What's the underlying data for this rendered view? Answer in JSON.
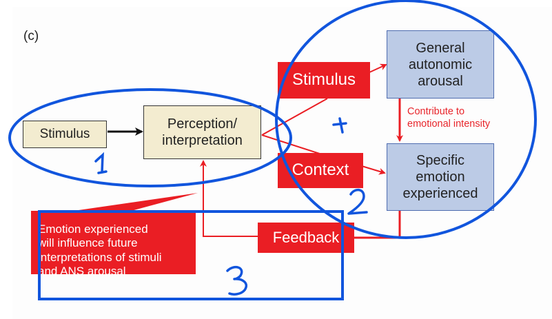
{
  "figure_label": "(c)",
  "nodes": {
    "stimulus": "Stimulus",
    "perception_line1": "Perception/",
    "perception_line2": "interpretation",
    "arousal_line1": "General",
    "arousal_line2": "autonomic",
    "arousal_line3": "arousal",
    "emotion_line1": "Specific",
    "emotion_line2": "emotion",
    "emotion_line3": "experienced"
  },
  "red_labels": {
    "stimulus": "Stimulus",
    "context": "Context",
    "feedback": "Feedback"
  },
  "annotations": {
    "contribute_line1": "Contribute to",
    "contribute_line2": "emotional intensity",
    "callout_line1": "Emotion experienced",
    "callout_line2": "will influence future",
    "callout_line3": "interpretations of stimuli",
    "callout_line4": "and ANS arousal"
  },
  "handwritten": {
    "group1": "1",
    "group2": "2",
    "group3": "3",
    "plus": "+"
  },
  "colors": {
    "red": "#ea1e24",
    "ink_blue": "#1155dd",
    "beige": "#f3ecd0",
    "box_blue": "#bccbe6"
  }
}
